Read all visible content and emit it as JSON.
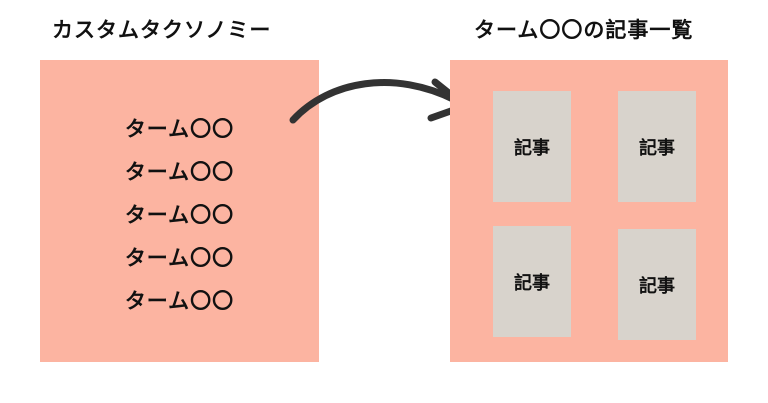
{
  "left": {
    "title": "カスタムタクソノミー",
    "terms": [
      "ターム〇〇",
      "ターム〇〇",
      "ターム〇〇",
      "ターム〇〇",
      "ターム〇〇"
    ]
  },
  "right": {
    "title": "ターム〇〇の記事一覧",
    "cards": [
      "記事",
      "記事",
      "記事",
      "記事"
    ]
  },
  "colors": {
    "panel": "#fcb4a1",
    "card": "#d8d3cc",
    "arrow": "#333333",
    "text": "#111111"
  }
}
